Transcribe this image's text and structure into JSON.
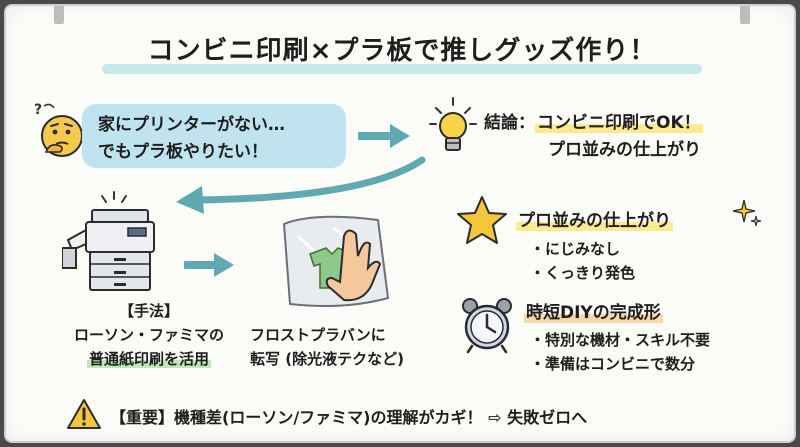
{
  "title": "コンビニ印刷×プラ板で推しグッズ作り！",
  "problem": {
    "line1": "家にプリンターがない…",
    "line2": "でもプラ板やりたい！"
  },
  "conclusion": {
    "prefix": "結論：",
    "highlight": "コンビニ印刷でOK！",
    "line2": "プロ並みの仕上がり"
  },
  "step1": {
    "label": "【手法】",
    "line2": "ローソン・ファミマの",
    "line3": "普通紙印刷を活用"
  },
  "step2": {
    "line1": "フロストプラバンに",
    "line2": "転写 (除光液テクなど)"
  },
  "pro_finish": {
    "title": "プロ並みの仕上がり",
    "bullets": [
      "・にじみなし",
      "・くっきり発色"
    ]
  },
  "time_saving": {
    "title": "時短DIYの完成形",
    "bullets": [
      "・特別な機材・スキル不要",
      "・準備はコンビニで数分"
    ]
  },
  "warning": {
    "label": "【重要】",
    "text": "機種差(ローソン/ファミマ)の理解がカギ！",
    "arrow": "⇨",
    "result": "失敗ゼロへ"
  },
  "colors": {
    "teal_arrow": "#5fa9b3",
    "problem_box": "#bfe4ef",
    "highlight_yellow": "#fbeb8e",
    "highlight_green": "#bfe8b8",
    "highlight_orange": "#f8d8a8",
    "star": "#f5c53a",
    "warning": "#f5c53a"
  }
}
